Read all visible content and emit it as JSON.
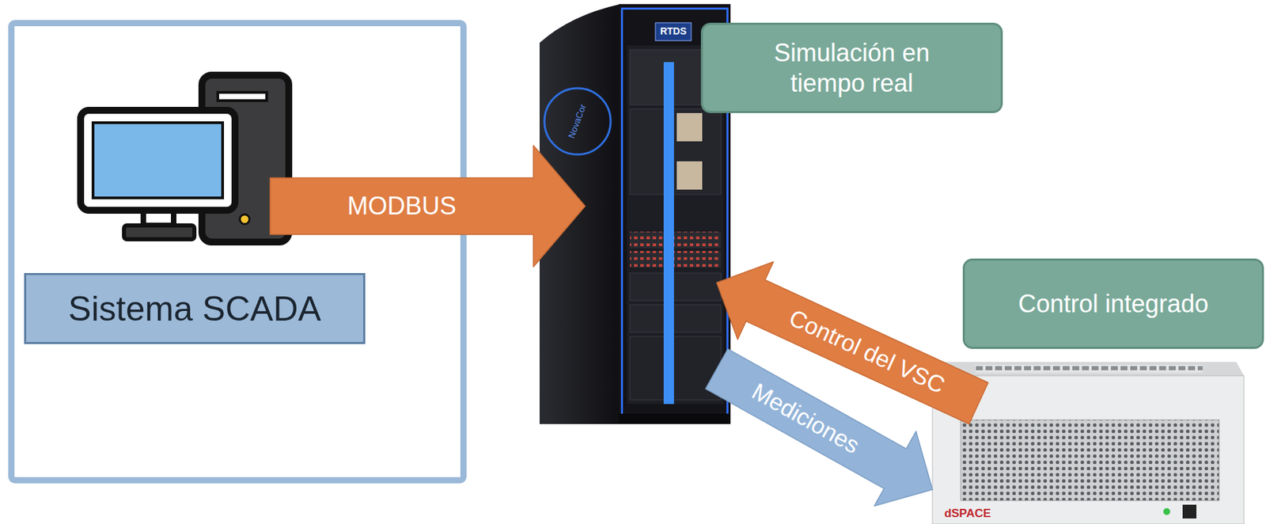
{
  "diagram": {
    "nodes": [
      {
        "text": [
          "Sistema SCADA"
        ]
      },
      {
        "text": [
          "Simulación en tiempo real"
        ]
      },
      {
        "text": [
          "Control integrado"
        ]
      }
    ],
    "edges": [
      {
        "from": 0,
        "to": 1,
        "label": "MODBUS",
        "arrow": "to"
      },
      {
        "from": 2,
        "to": 1,
        "label": "Control del VSC",
        "arrow": "to"
      },
      {
        "from": 1,
        "to": 2,
        "label": "Mediciones",
        "arrow": "to"
      }
    ],
    "labels": [
      "RTDS",
      "NovaCor",
      "dSPACE"
    ]
  }
}
